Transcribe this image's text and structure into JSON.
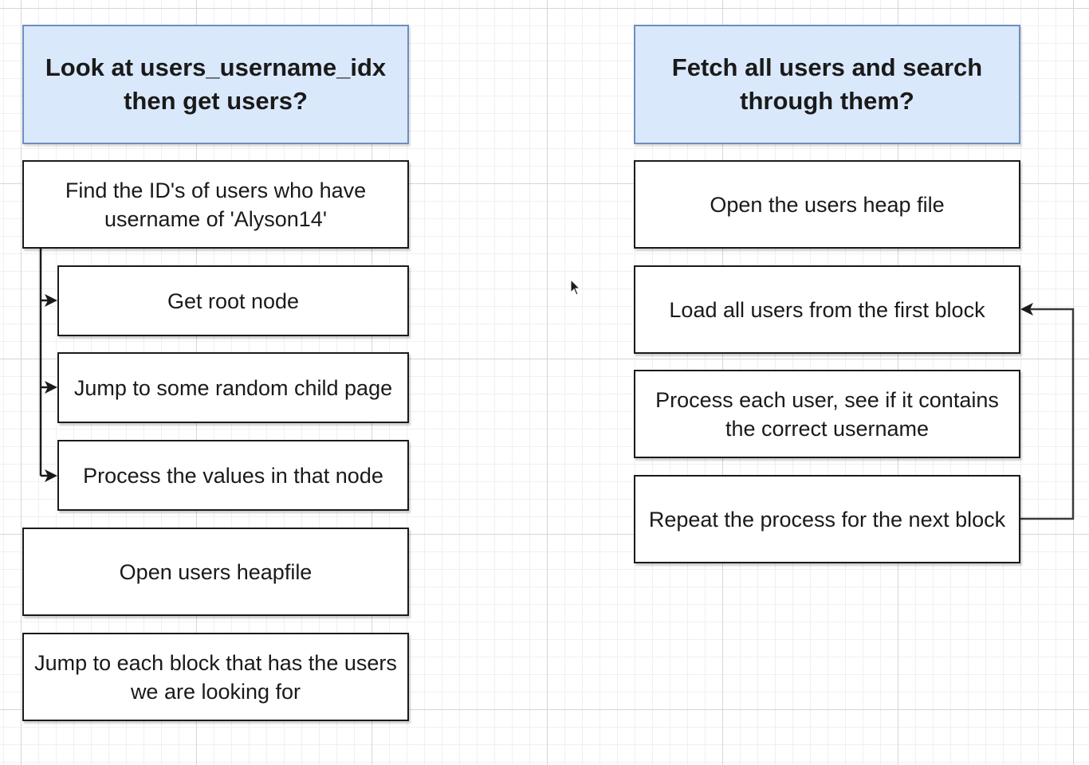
{
  "left_column": {
    "title": "Look at users_username_idx then get users?",
    "steps": {
      "find_ids": "Find the ID's of users who have username of 'Alyson14'",
      "get_root": "Get root node",
      "jump_child": "Jump to some random child page",
      "process_values": "Process the values in that node",
      "open_heapfile": "Open users heapfile",
      "jump_blocks": "Jump to each block that has the users we are looking for"
    }
  },
  "right_column": {
    "title": "Fetch all users and search through them?",
    "steps": {
      "open_heap": "Open the users heap file",
      "load_first": "Load all users from the first block",
      "process_each": "Process each user, see if it contains the correct username",
      "repeat": "Repeat the process for the next block"
    }
  },
  "colors": {
    "title_fill": "#dae8fc",
    "title_stroke": "#6c8ebf",
    "node_stroke": "#1a1a1a",
    "grid_major": "#d6d6d6",
    "grid_minor": "#f0f0f0"
  },
  "icons": [
    "arrowhead-icon",
    "mouse-cursor-icon"
  ]
}
